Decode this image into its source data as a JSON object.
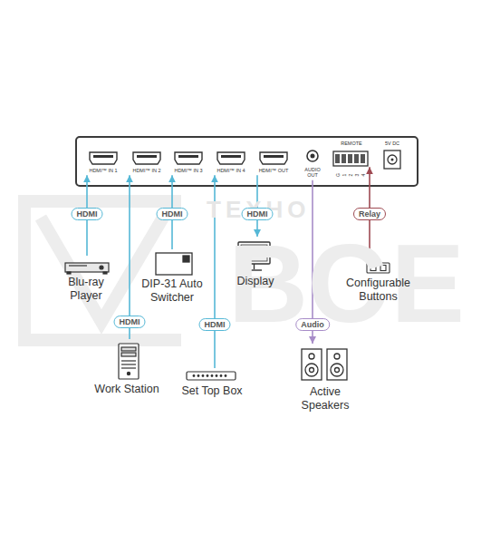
{
  "diagram": {
    "nodes": [
      {
        "text": [
          "HDMI™ IN 1"
        ]
      },
      {
        "text": [
          "HDMI™ IN 2"
        ]
      },
      {
        "text": [
          "HDMI™ IN 3"
        ]
      },
      {
        "text": [
          "HDMI™ IN 4"
        ]
      },
      {
        "text": [
          "HDMI™ OUT"
        ]
      },
      {
        "text": [
          "AUDIO OUT"
        ]
      },
      {
        "text": [
          "REMOTE"
        ]
      },
      {
        "text": [
          "5V DC"
        ]
      },
      {
        "text": [
          "Blu-ray Player"
        ]
      },
      {
        "text": [
          "DIP-31 Auto Switcher"
        ]
      },
      {
        "text": [
          "Display"
        ]
      },
      {
        "text": [
          "Configurable Buttons"
        ]
      },
      {
        "text": [
          "Work Station"
        ]
      },
      {
        "text": [
          "Set Top Box"
        ]
      },
      {
        "text": [
          "Active Speakers"
        ]
      }
    ],
    "edges": [
      {
        "from": 8,
        "to": 0,
        "label": "HDMI",
        "arrow": "to"
      },
      {
        "from": 12,
        "to": 1,
        "label": "HDMI",
        "arrow": "to"
      },
      {
        "from": 9,
        "to": 2,
        "label": "HDMI",
        "arrow": "to"
      },
      {
        "from": 13,
        "to": 3,
        "label": "HDMI",
        "arrow": "to"
      },
      {
        "from": 4,
        "to": 10,
        "label": "HDMI",
        "arrow": "to"
      },
      {
        "from": 5,
        "to": 14,
        "label": "Audio",
        "arrow": "to"
      },
      {
        "from": 11,
        "to": 6,
        "label": "Relay",
        "arrow": "to"
      }
    ],
    "labels": [
      "G",
      "1",
      "2",
      "3",
      "4",
      "ТЕХНО",
      "ВСЕ"
    ]
  }
}
